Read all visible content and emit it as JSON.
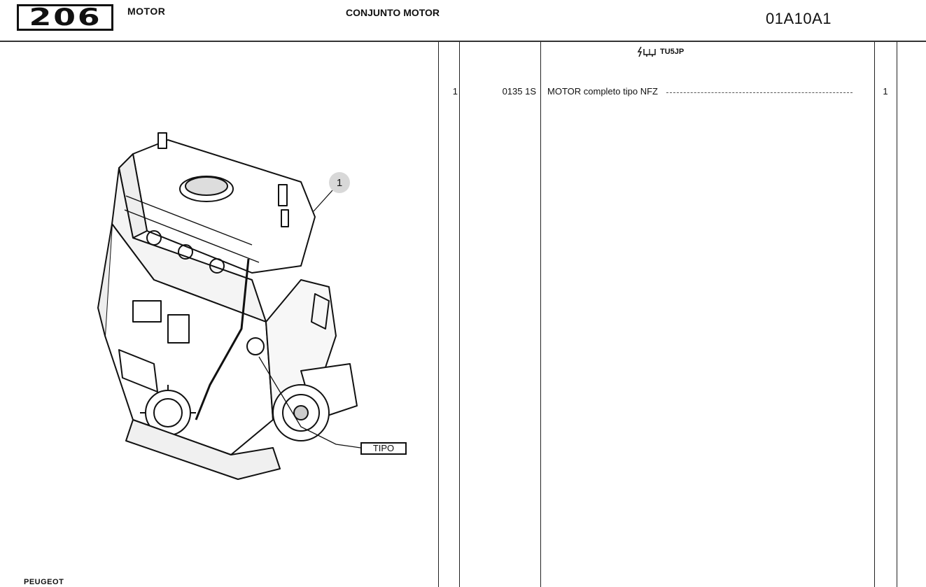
{
  "header": {
    "model": "206",
    "group": "MOTOR",
    "section": "CONJUNTO MOTOR",
    "sheet_code": "01A10A1"
  },
  "table": {
    "engine_column_header": "TU5JP",
    "rows": [
      {
        "ref": "1",
        "part_number": "0135 1S",
        "description": "MOTOR completo tipo NFZ",
        "qty": "1"
      }
    ]
  },
  "illustration": {
    "callout": "1",
    "label_tag": "TIPO"
  },
  "footer": {
    "brand": "PEUGEOT"
  }
}
